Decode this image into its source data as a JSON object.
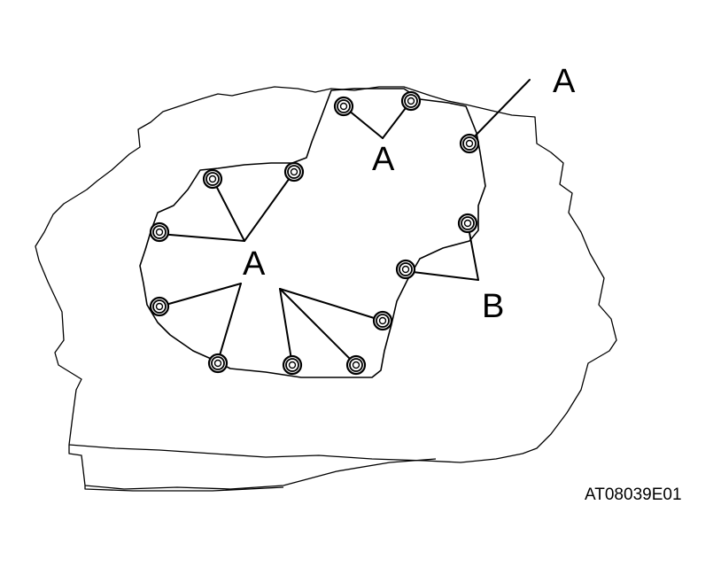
{
  "labels": {
    "callout_a_top_right": "A",
    "callout_a_upper": "A",
    "callout_a_center": "A",
    "callout_b": "B"
  },
  "figure_id": "AT08039E01",
  "bolt_icon": "bolt-icon",
  "colors": {
    "line": "#000000",
    "background": "#ffffff"
  }
}
